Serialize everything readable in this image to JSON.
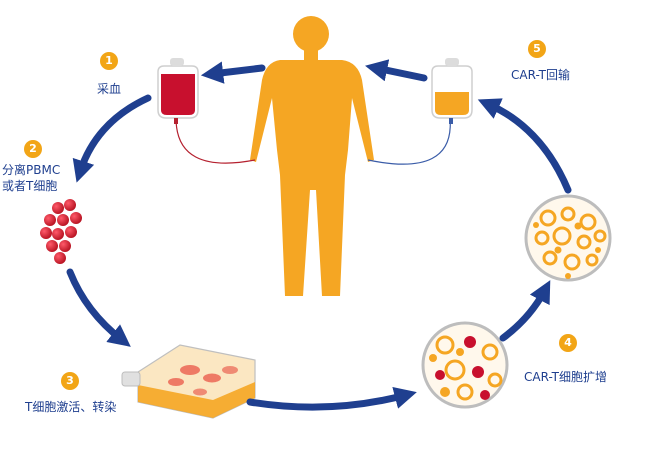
{
  "steps": [
    {
      "number": "1",
      "label": "采血"
    },
    {
      "number": "2",
      "label_line1": "分离PBMC",
      "label_line2": "或者T细胞"
    },
    {
      "number": "3",
      "label": "T细胞激活、转染"
    },
    {
      "number": "4",
      "label": "CAR-T细胞扩增"
    },
    {
      "number": "5",
      "label": "CAR-T回输"
    }
  ],
  "colors": {
    "arrow": "#1f3f8f",
    "body": "#f5a623",
    "blood": "#c8102e",
    "badge": "#f2a516",
    "label": "#1f3f8f",
    "tube_red": "#b5212f",
    "tube_blue": "#3a5ca8"
  },
  "icons": [
    "human-figure-icon",
    "blood-bag-icon",
    "infusion-bag-icon",
    "cell-cluster-icon",
    "culture-flask-icon",
    "cell-dish-icon"
  ]
}
